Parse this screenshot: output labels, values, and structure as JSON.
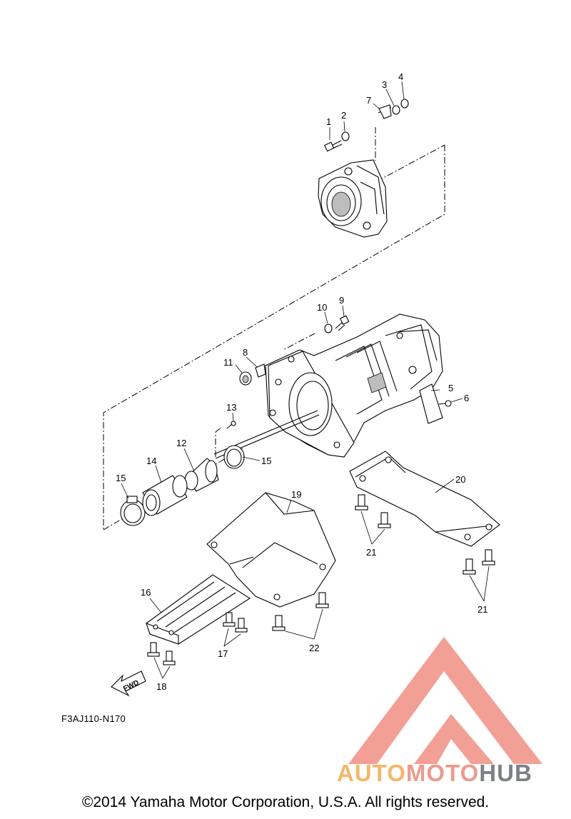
{
  "diagram": {
    "code": "F3AJ110-N170",
    "copyright": "©2014 Yamaha Motor Corporation, U.S.A. All rights reserved.",
    "fwd_label": "FWD",
    "callouts": [
      "1",
      "2",
      "3",
      "4",
      "5",
      "6",
      "7",
      "8",
      "9",
      "10",
      "11",
      "12",
      "13",
      "14",
      "15",
      "15",
      "16",
      "17",
      "18",
      "19",
      "20",
      "21",
      "21",
      "22"
    ]
  },
  "watermark": {
    "word_part1": "AUTO",
    "word_part2": "MOTO",
    "word_part3": "HUB",
    "colors": {
      "auto": "#f4b76a",
      "moto": "#ec9a8f",
      "hub": "#7e8087",
      "triangle": "#f29a91"
    }
  }
}
